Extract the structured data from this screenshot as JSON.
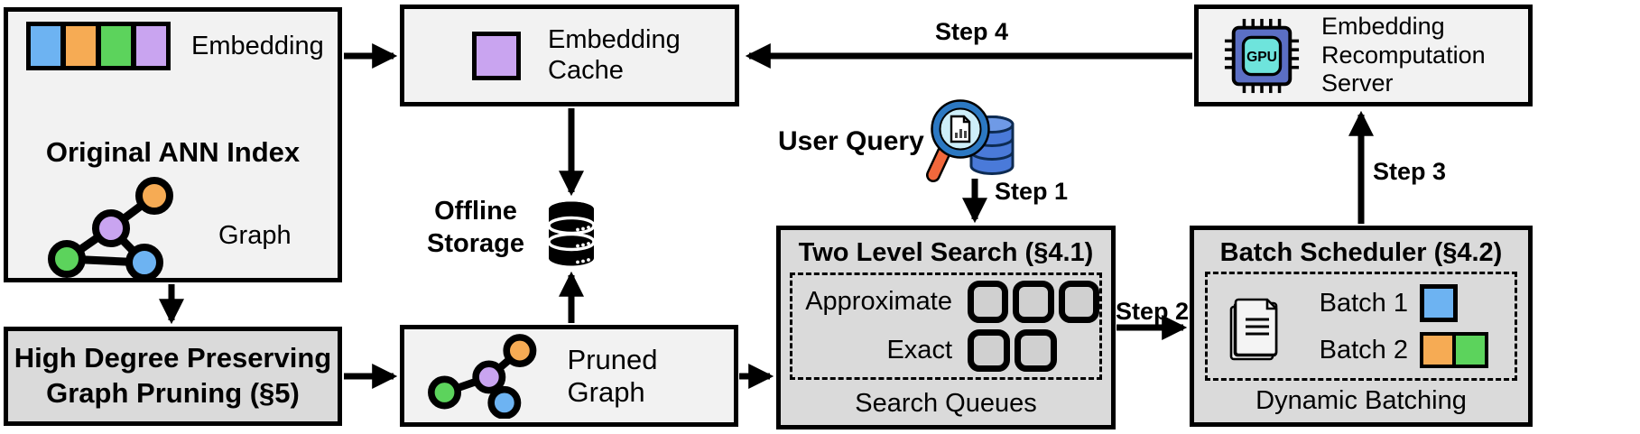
{
  "original_ann_index": {
    "title": "Original ANN Index",
    "embedding_label": "Embedding",
    "graph_label": "Graph"
  },
  "embedding_cache": {
    "label": "Embedding\nCache"
  },
  "offline_storage": {
    "label": "Offline\nStorage"
  },
  "user_query": {
    "label": "User Query"
  },
  "two_level_search": {
    "title": "Two Level Search (§4.1)",
    "row1_label": "Approximate",
    "row2_label": "Exact",
    "caption": "Search Queues"
  },
  "batch_scheduler": {
    "title": "Batch Scheduler (§4.2)",
    "row1_label": "Batch 1",
    "row2_label": "Batch 2",
    "caption": "Dynamic Batching"
  },
  "recomputation_server": {
    "label": "Embedding\nRecomputation\nServer"
  },
  "high_degree_pruning": {
    "title": "High Degree Preserving\nGraph Pruning (§5)"
  },
  "pruned_graph": {
    "label": "Pruned Graph"
  },
  "gpu_icon_label": "GPU",
  "steps": {
    "step1": "Step 1",
    "step2": "Step 2",
    "step3": "Step 3",
    "step4": "Step 4"
  },
  "colors": {
    "embedding_blue": "#6db3f2",
    "embedding_orange": "#f6ab54",
    "embedding_green": "#5cd35c",
    "embedding_purple": "#c9a4f0",
    "light_box_bg": "#f2f2f2",
    "dark_box_bg": "#dadada",
    "gpu_body": "#5b6fc4",
    "gpu_core": "#6ee4dc",
    "magnifier_handle": "#f2683c",
    "query_db_blue": "#4a7ad9"
  }
}
